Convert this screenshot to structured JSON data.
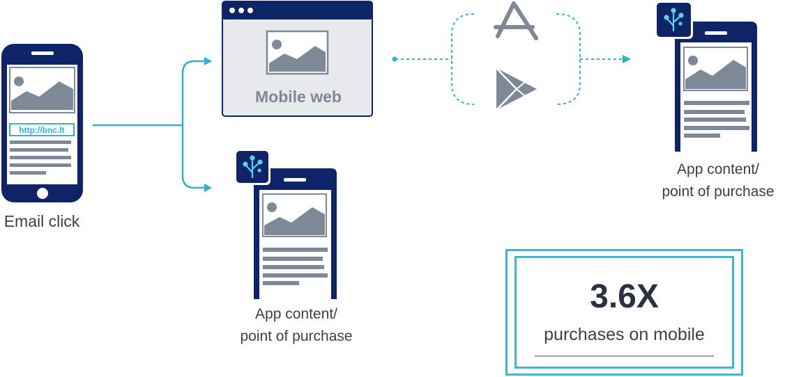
{
  "email": {
    "link_text": "http://bnc.lt",
    "label": "Email click"
  },
  "mobile_web": {
    "label": "Mobile web"
  },
  "app_targets": [
    {
      "line1": "App content/",
      "line2": "point of purchase"
    },
    {
      "line1": "App content/",
      "line2": "point of purchase"
    }
  ],
  "stat": {
    "value": "3.6X",
    "caption": "purchases on mobile"
  },
  "colors": {
    "navy": "#0f2466",
    "accent": "#2cb1ce",
    "gray": "#7e8997",
    "text": "#2b3140"
  },
  "icons": [
    "app-store-icon",
    "google-play-icon",
    "branch-logo-icon"
  ]
}
